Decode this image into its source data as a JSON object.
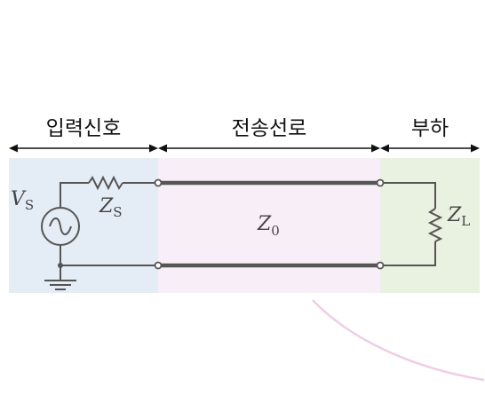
{
  "sections": {
    "input": {
      "label": "입력신호",
      "color": "#e4ecf6"
    },
    "line": {
      "label": "전송선로",
      "color": "#f8eef8"
    },
    "load": {
      "label": "부하",
      "color": "#e9f1e1"
    }
  },
  "symbols": {
    "source": {
      "main": "V",
      "sub": "S"
    },
    "source_impedance": {
      "main": "Z",
      "sub": "S"
    },
    "line_impedance": {
      "main": "Z",
      "sub": "0"
    },
    "load_impedance": {
      "main": "Z",
      "sub": "L"
    }
  },
  "colors": {
    "wire": "#555555",
    "line": "#555555",
    "arrow": "#111111",
    "decor_curve": "#f0cde6"
  }
}
